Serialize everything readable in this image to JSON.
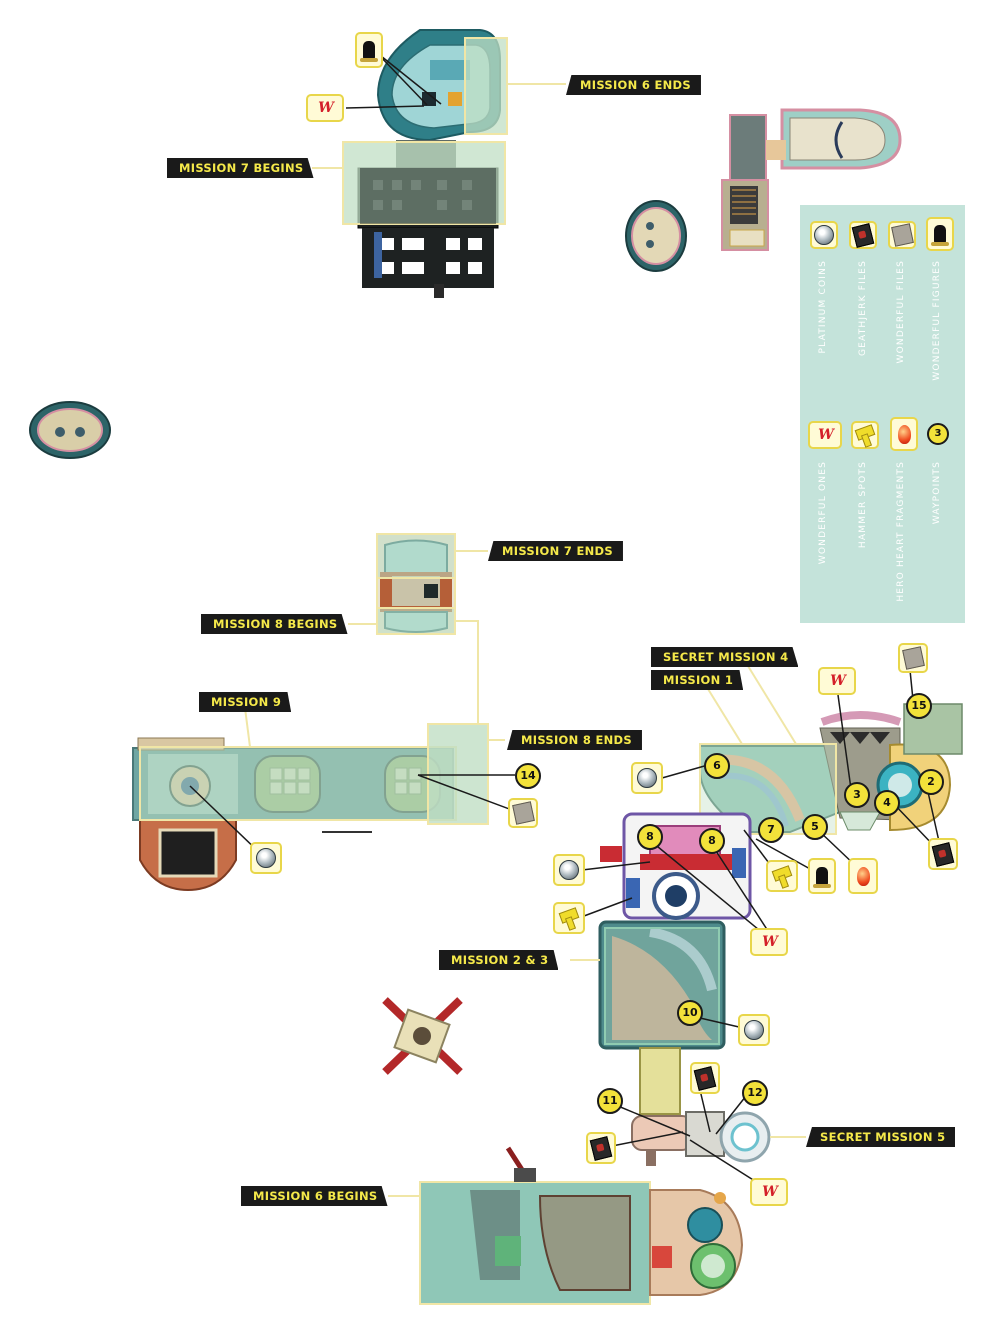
{
  "legend": {
    "platinum_coins": "PLATINUM COINS",
    "geathjerk_files": "GEATHJERK FILES",
    "wonderful_files": "WONDERFUL FILES",
    "wonderful_figures": "WONDERFUL FIGURES",
    "wonderful_ones": "WONDERFUL ONES",
    "hammer_spots": "HAMMER SPOTS",
    "hero_heart_fragments": "HERO HEART FRAGMENTS",
    "waypoints": "WAYPOINTS",
    "waypoint_sample": "3"
  },
  "missions": {
    "m6_ends": "MISSION 6 ENDS",
    "m7_begins": "MISSION 7 BEGINS",
    "m7_ends": "MISSION 7 ENDS",
    "m8_begins": "MISSION 8 BEGINS",
    "m9": "MISSION 9",
    "m8_ends": "MISSION 8 ENDS",
    "secret_m4": "SECRET MISSION 4",
    "m1": "MISSION 1",
    "m2_3": "MISSION 2 & 3",
    "secret_m5": "SECRET MISSION 5",
    "m6_begins": "MISSION 6 BEGINS"
  },
  "waypoints": {
    "w2": "2",
    "w3": "3",
    "w4": "4",
    "w5": "5",
    "w6": "6",
    "w7": "7",
    "w8a": "8",
    "w8b": "8",
    "w10": "10",
    "w11": "11",
    "w12": "12",
    "w14": "14",
    "w15": "15"
  },
  "icons": {
    "wonderful_one_mark": "W",
    "colors": {
      "tag_bg": "#1a1a1a",
      "tag_text": "#f5e94a",
      "waypoint_fill": "#f3e23a",
      "map_teal": "#9fd0c4",
      "overlay_green": "#c0dfc4",
      "legend_bg": "#c4e3da"
    }
  }
}
